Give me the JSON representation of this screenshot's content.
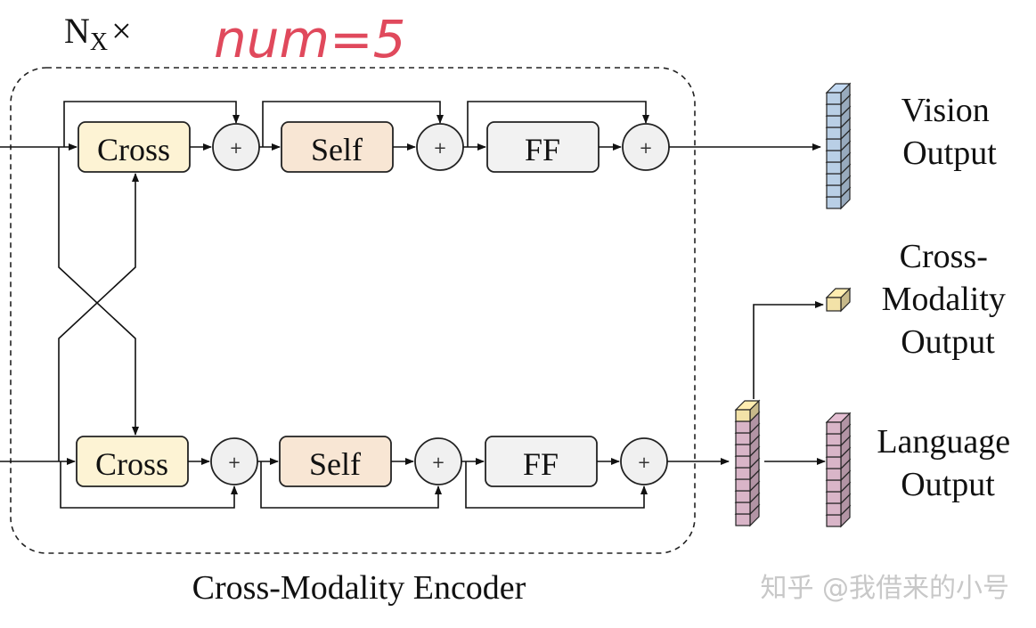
{
  "annotation": {
    "nx_prefix": "N",
    "nx_sub": "X",
    "nx_suffix": "×",
    "handwritten": "num=5",
    "handwritten_color": "#e0495c"
  },
  "encoder_label": "Cross-Modality Encoder",
  "top_row": {
    "cross": "Cross",
    "self": "Self",
    "ff": "FF",
    "plus": "+"
  },
  "bottom_row": {
    "cross": "Cross",
    "self": "Self",
    "ff": "FF",
    "plus": "+"
  },
  "outputs": {
    "vision": [
      "Vision",
      "Output"
    ],
    "cross_modality": [
      "Cross-",
      "Modality",
      "Output"
    ],
    "language": [
      "Language",
      "Output"
    ]
  },
  "colors": {
    "cross_fill": "#fdf3d4",
    "self_fill": "#f8e6d4",
    "ff_fill": "#f2f2f2",
    "plus_fill": "#f0f0f0",
    "vision_feature": "#b9cfe6",
    "language_feature": "#d9b5c8",
    "cls_feature": "#f3e2a8"
  },
  "watermark": "知乎 @我借来的小号"
}
